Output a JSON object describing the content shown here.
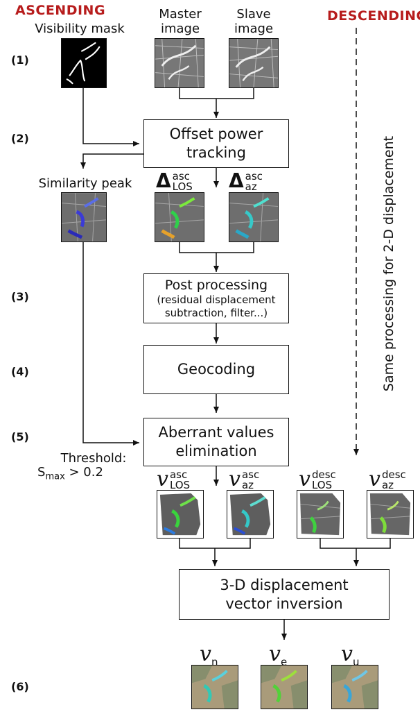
{
  "headers": {
    "ascending": "ASCENDING",
    "descending": "DESCENDING"
  },
  "steps": [
    "(1)",
    "(2)",
    "(3)",
    "(4)",
    "(5)",
    "(6)"
  ],
  "inputs": {
    "visibility_mask": "Visibility mask",
    "master_line1": "Master",
    "master_line2": "image",
    "slave_line1": "Slave",
    "slave_line2": "image"
  },
  "boxes": {
    "offset_line1": "Offset power",
    "offset_line2": "tracking",
    "post_line1": "Post processing",
    "post_line2": "(residual displacement",
    "post_line3": "subtraction, filter...)",
    "geocoding": "Geocoding",
    "aberrant_line1": "Aberrant values",
    "aberrant_line2": "elimination",
    "inversion_line1": "3-D displacement",
    "inversion_line2": "vector inversion"
  },
  "similarity_peak": "Similarity peak",
  "threshold": {
    "line1": "Threshold:",
    "s": "S",
    "sub": "max",
    "rest": " > 0.2"
  },
  "side_note": "Same processing for 2-D displacement",
  "symbols": {
    "delta": "Δ",
    "v": "v",
    "asc": "asc",
    "desc": "desc",
    "los": "LOS",
    "az": "az",
    "n": "n",
    "e": "e",
    "u": "u"
  },
  "colors": {
    "header_red": "#b71c1c",
    "line": "#111111"
  }
}
